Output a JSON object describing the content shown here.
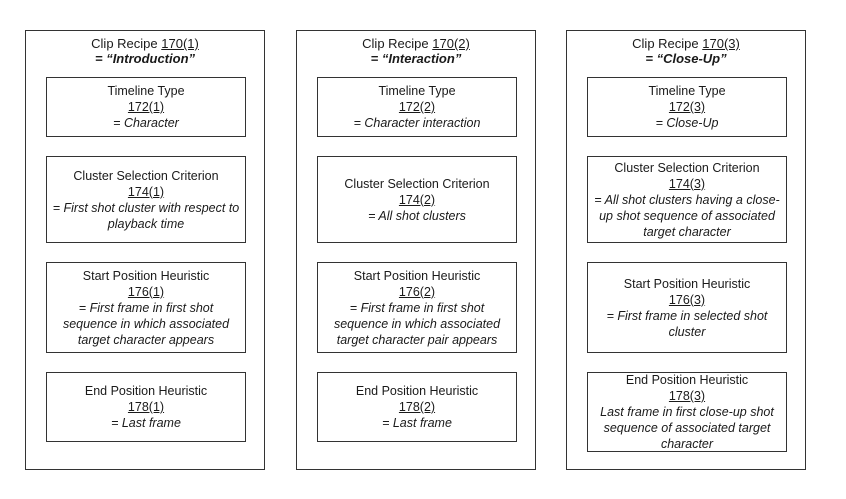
{
  "recipes": [
    {
      "title_label": "Clip Recipe",
      "title_ref": "170(1)",
      "name": "= “Introduction”",
      "boxes": [
        {
          "title": "Timeline Type",
          "ref": "172(1)",
          "value": "= Character"
        },
        {
          "title": "Cluster Selection Criterion",
          "ref": "174(1)",
          "value": "= First shot cluster with respect to playback time"
        },
        {
          "title": "Start Position Heuristic",
          "ref": "176(1)",
          "value": "= First frame in first shot sequence in which associated target character appears"
        },
        {
          "title": "End Position Heuristic",
          "ref": "178(1)",
          "value": "= Last frame"
        }
      ]
    },
    {
      "title_label": "Clip Recipe",
      "title_ref": "170(2)",
      "name": "= “Interaction”",
      "boxes": [
        {
          "title": "Timeline Type",
          "ref": "172(2)",
          "value": "= Character interaction"
        },
        {
          "title": "Cluster Selection Criterion",
          "ref": "174(2)",
          "value": "= All shot clusters"
        },
        {
          "title": "Start Position Heuristic",
          "ref": "176(2)",
          "value": "= First frame in first shot sequence in which associated target character pair appears"
        },
        {
          "title": "End Position Heuristic",
          "ref": "178(2)",
          "value": "= Last frame"
        }
      ]
    },
    {
      "title_label": "Clip Recipe",
      "title_ref": "170(3)",
      "name": "= “Close-Up”",
      "boxes": [
        {
          "title": "Timeline Type",
          "ref": "172(3)",
          "value": "= Close-Up"
        },
        {
          "title": "Cluster Selection Criterion",
          "ref": "174(3)",
          "value": "= All shot clusters having a close-up shot sequence of associated target character"
        },
        {
          "title": "Start Position Heuristic",
          "ref": "176(3)",
          "value": "= First frame in selected shot cluster"
        },
        {
          "title": "End Position Heuristic",
          "ref": "178(3)",
          "value": "Last frame in first close-up shot sequence of associated target character"
        }
      ]
    }
  ]
}
